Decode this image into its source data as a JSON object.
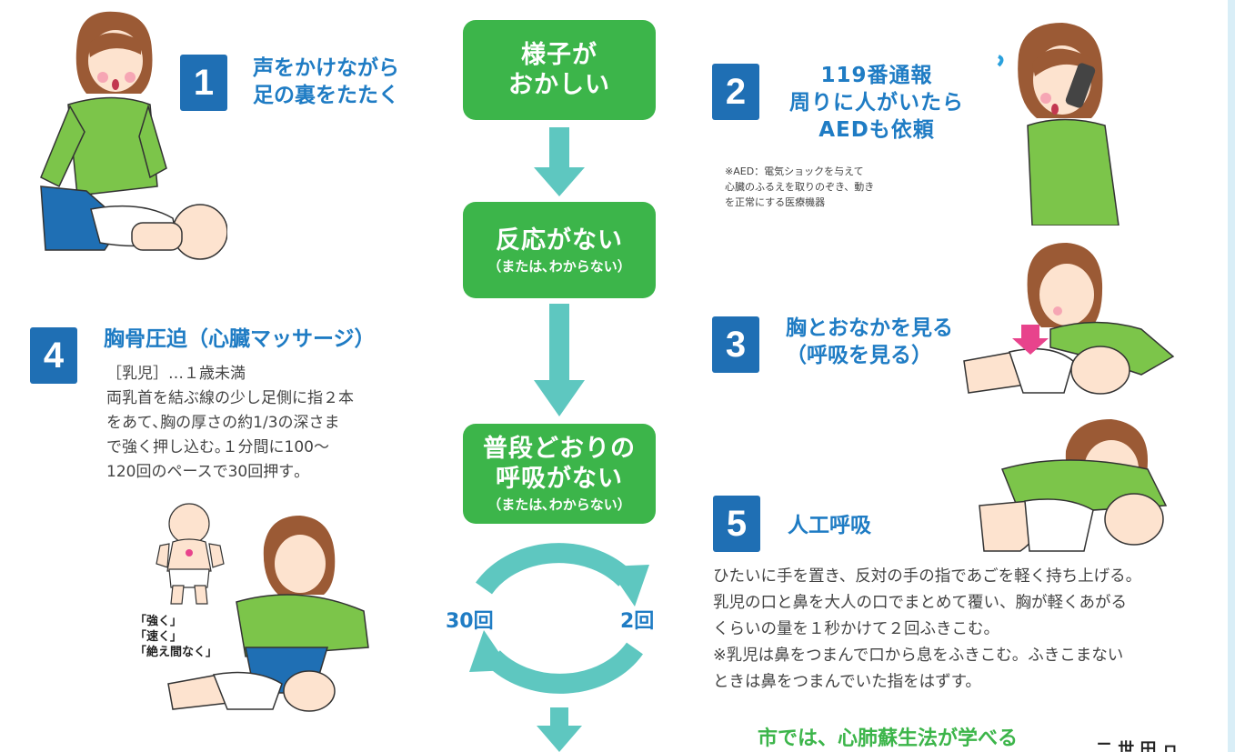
{
  "flow": {
    "box1": {
      "main": "様子が\nおかしい"
    },
    "box2": {
      "main": "反応がない",
      "sub": "（または､わからない）"
    },
    "box3": {
      "main": "普段どおりの\n呼吸がない",
      "sub": "（または､わからない）"
    },
    "cycle": {
      "left": "30回",
      "right": "2回"
    }
  },
  "steps": {
    "s1": {
      "num": "1",
      "title": "声をかけながら\n足の裏をたたく"
    },
    "s2": {
      "num": "2",
      "title": "119番通報\n周りに人がいたら\nAEDも依頼",
      "note": "※AED：電気ショックを与えて\n心臓のふるえを取りのぞき、動き\nを正常にする医療機器"
    },
    "s3": {
      "num": "3",
      "title": "胸とおなかを見る\n（呼吸を見る）"
    },
    "s4": {
      "num": "4",
      "title": "胸骨圧迫（心臓マッサージ）",
      "text": "［乳児］…１歳未満\n両乳首を結ぶ線の少し足側に指２本\nをあて､胸の厚さの約1/3の深さま\nで強く押し込む｡１分間に100～\n120回のペースで30回押す｡",
      "callout": "「強く」\n「速く」\n「絶え間なく」"
    },
    "s5": {
      "num": "5",
      "title": "人工呼吸",
      "text": "ひたいに手を置き、反対の手の指であごを軽く持ち上げる。\n乳児の口と鼻を大人の口でまとめて覆い、胸が軽くあがる\nくらいの量を１秒かけて２回ふきこむ。\n※乳児は鼻をつまんで口から息をふきこむ。ふきこまない\nときは鼻をつまんでいた指をはずす。"
    }
  },
  "footer": {
    "text": "市では、心肺蘇生法が学べる",
    "partial": "二 世 田 ㇿ"
  },
  "colors": {
    "green": "#3cb54a",
    "teal": "#5ec7c0",
    "blue": "#1f6fb4",
    "title_blue": "#1f7cc4",
    "pink": "#e8438c"
  }
}
